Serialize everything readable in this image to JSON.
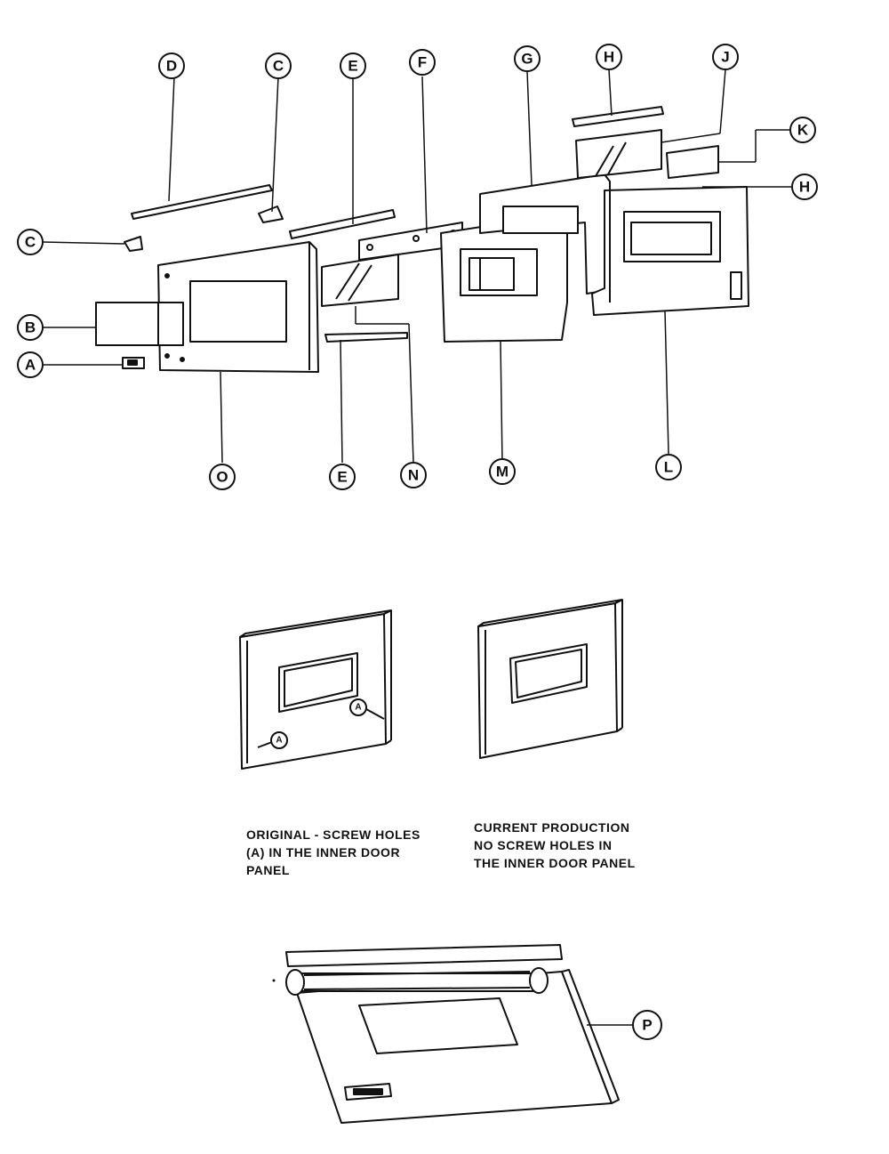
{
  "callouts": {
    "A": "A",
    "B": "B",
    "C": "C",
    "D": "D",
    "E": "E",
    "F": "F",
    "G": "G",
    "H": "H",
    "J": "J",
    "K": "K",
    "L": "L",
    "M": "M",
    "N": "N",
    "O": "O",
    "P": "P"
  },
  "captions": {
    "original": "ORIGINAL - SCREW HOLES\n(A) IN THE INNER DOOR\nPANEL",
    "current": "CURRENT PRODUCTION\nNO SCREW HOLES IN\nTHE INNER DOOR PANEL"
  },
  "colors": {
    "ink": "#111111",
    "paper": "#ffffff"
  }
}
